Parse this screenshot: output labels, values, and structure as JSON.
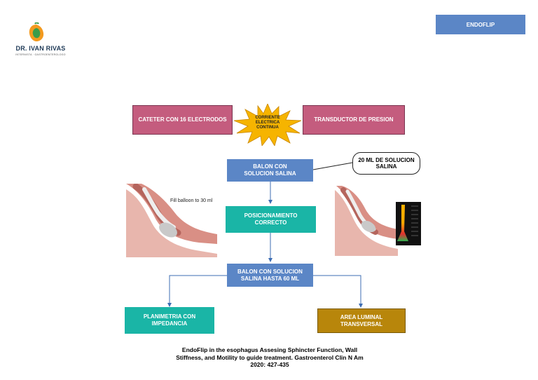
{
  "logo": {
    "name": "DR. IVAN RIVAS",
    "subtitle": "INTERNISTA · GASTROENTEROLOGO"
  },
  "header_tag": "ENDOFLIP",
  "flow": {
    "catheter": "CATETER CON 16 ELECTRODOS",
    "current": [
      "CORRIENTE",
      "ELECTRICA",
      "CONTINUA"
    ],
    "transducer": "TRANSDUCTOR DE PRESION",
    "balloon_saline": "BALON CON SOLUCION SALINA",
    "saline_note": [
      "20 ML DE SOLUCION",
      "SALINA"
    ],
    "positioning": "POSICIONAMIENTO CORRECTO",
    "balloon_60": "BALON CON SOLUCION SALINA HASTA 60 ML",
    "planimetry": "PLANIMETRIA CON IMPEDANCIA",
    "area": "AREA LUMINAL TRANSVERSAL"
  },
  "figure_label": "Fill balloon to 30 ml",
  "citation": [
    "EndoFlip in the esophagus  Assesing Sphincter  Function, Wall",
    "Stiffness, and Motility to guide treatment. Gastroenterol  Clin N Am",
    "2020: 427-435"
  ],
  "colors": {
    "pink": "#c45c7e",
    "blue": "#5b86c6",
    "teal": "#1ab5a6",
    "gold": "#b8860b",
    "star": "#f6b400"
  }
}
